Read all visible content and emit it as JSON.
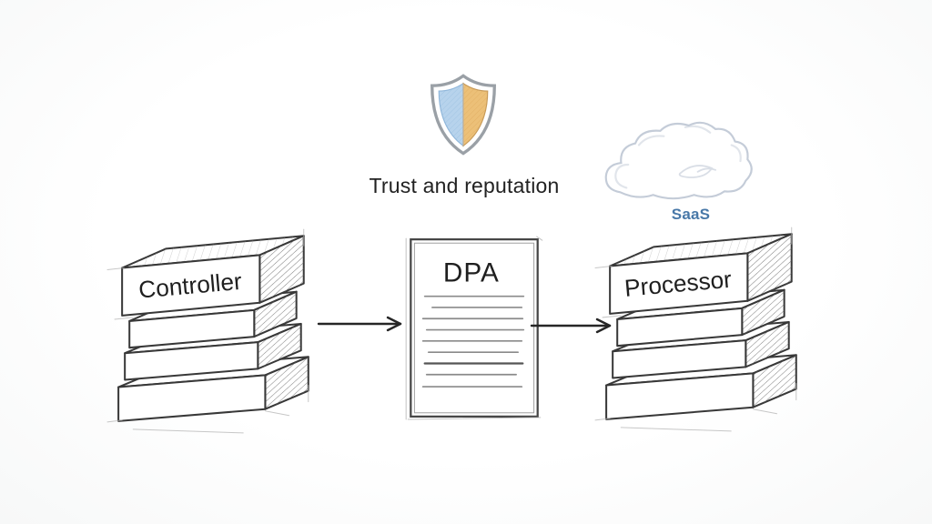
{
  "header": {
    "shield_caption": "Trust and reputation"
  },
  "cloud": {
    "caption": "SaaS"
  },
  "flow": {
    "source": {
      "label": "Controller"
    },
    "document": {
      "label": "DPA"
    },
    "target": {
      "label": "Processor"
    }
  },
  "icons": {
    "shield": "trust-shield-icon",
    "cloud": "saas-cloud-icon",
    "arrows": "flow-arrow-icon"
  },
  "colors": {
    "background": "#fcfcfc",
    "shield_left_half": "#b7d3ec",
    "shield_right_half": "#ecc078",
    "shield_rim": "#9aa0a6",
    "cloud_stroke": "#c4ccd8",
    "saas_text": "#4878a8",
    "sketch_line": "#383838",
    "arrow": "#262626",
    "document_line": "#8a8a8a"
  }
}
